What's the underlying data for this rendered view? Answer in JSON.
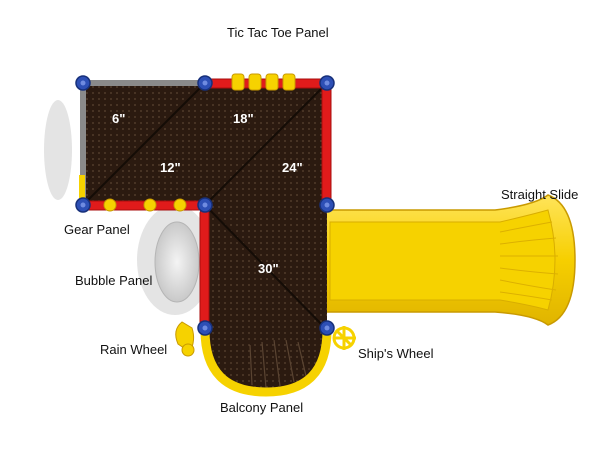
{
  "callouts": {
    "tic_tac_toe": "Tic Tac Toe Panel",
    "straight_slide": "Straight Slide",
    "gear": "Gear Panel",
    "bubble": "Bubble Panel",
    "rain_wheel": "Rain Wheel",
    "ships_wheel": "Ship's Wheel",
    "balcony": "Balcony Panel"
  },
  "deck_heights": {
    "deck_a": "6\"",
    "deck_b": "12\"",
    "deck_c": "18\"",
    "deck_d": "24\"",
    "deck_e": "30\""
  },
  "colors": {
    "deck": "#2b1a10",
    "panel_red": "#e01b1b",
    "slide_yellow": "#f6d200",
    "post_blue": "#2d4fb5"
  }
}
